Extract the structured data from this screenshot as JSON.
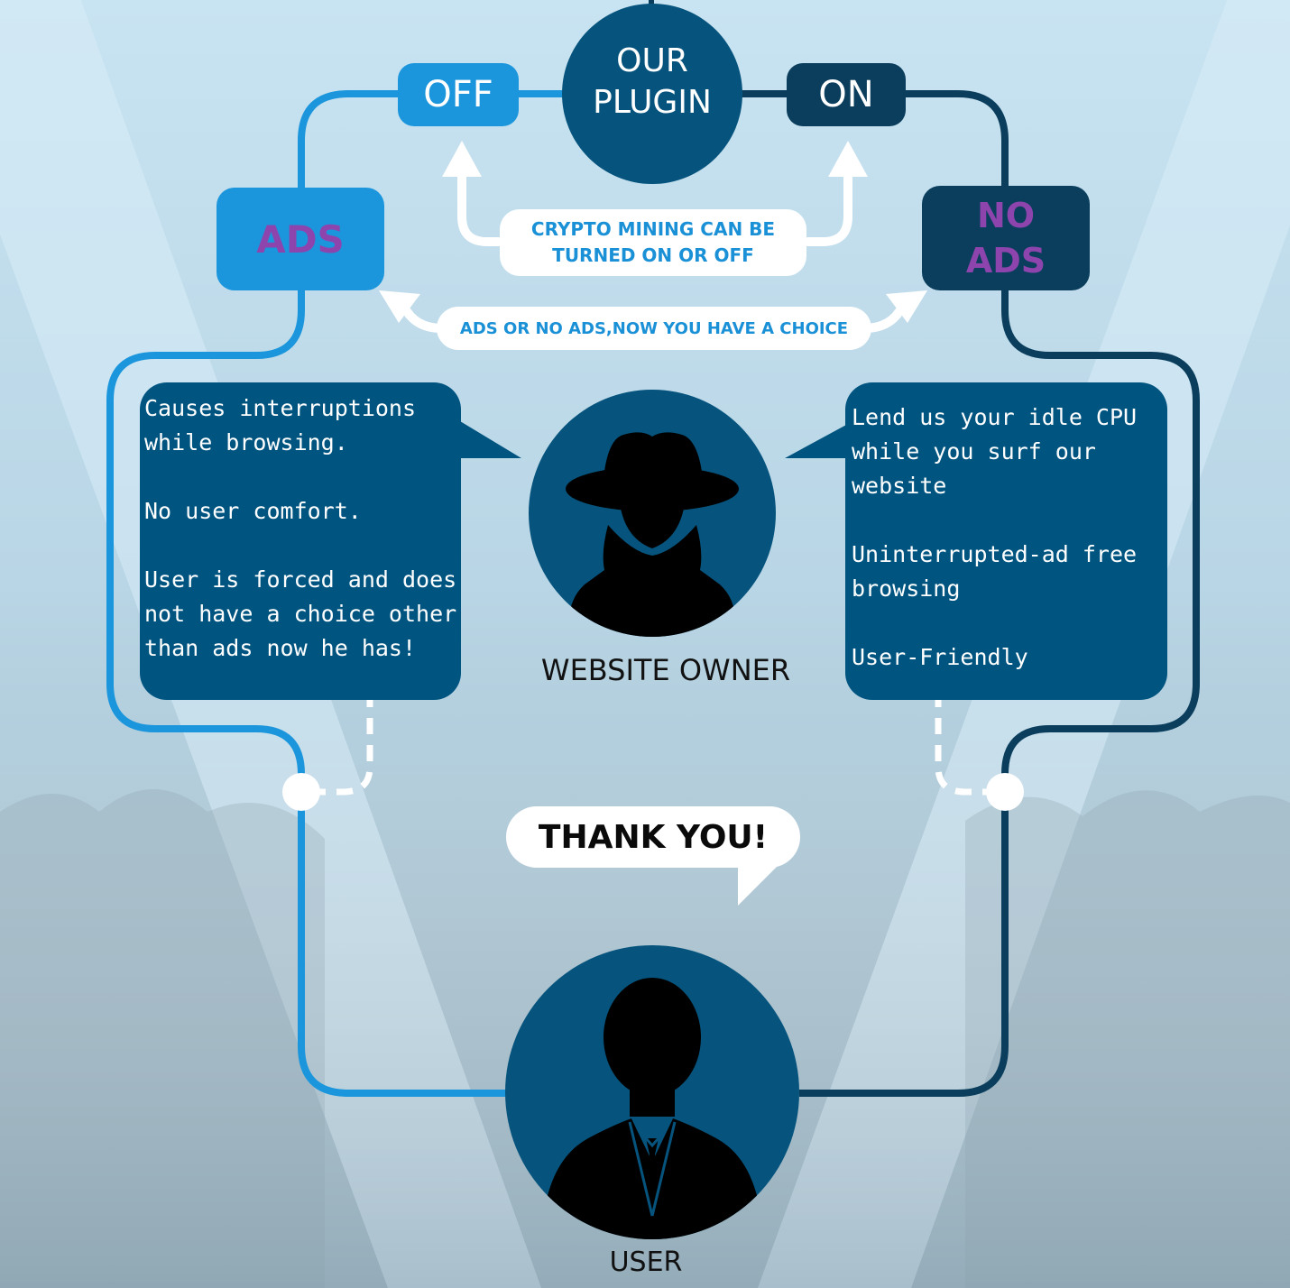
{
  "plugin": {
    "title_line1": "OUR",
    "title_line2": "PLUGIN"
  },
  "toggle": {
    "off_label": "OFF",
    "on_label": "ON"
  },
  "boxes": {
    "ads_label": "ADS",
    "no_ads_line1": "NO",
    "no_ads_line2": "ADS"
  },
  "notes": {
    "crypto_line1": "CRYPTO MINING CAN BE",
    "crypto_line2": "TURNED ON OR OFF",
    "choice": "ADS OR NO ADS,NOW YOU HAVE A CHOICE"
  },
  "left_bubble": {
    "para1": "Causes interruptions while browsing.",
    "para2": "No user comfort.",
    "para3": "User is forced and does not have a choice other than ads now he has!"
  },
  "right_bubble": {
    "para1": "Lend us your idle CPU while you surf our website",
    "para2": "Uninterrupted-ad free browsing",
    "para3": "User-Friendly"
  },
  "owner": {
    "caption": "WEBSITE OWNER"
  },
  "thanks": {
    "text": "THANK YOU!"
  },
  "user": {
    "caption": "USER"
  },
  "colors": {
    "light_blue": "#1b96dc",
    "dark_navy": "#0b3e5c",
    "mid_blue": "#06547d",
    "bubble_blue": "#005480",
    "purple": "#8e44ad",
    "label_blue": "#1a90d6"
  },
  "icons": {
    "owner": "spy-silhouette-icon",
    "user": "businessman-silhouette-icon"
  }
}
